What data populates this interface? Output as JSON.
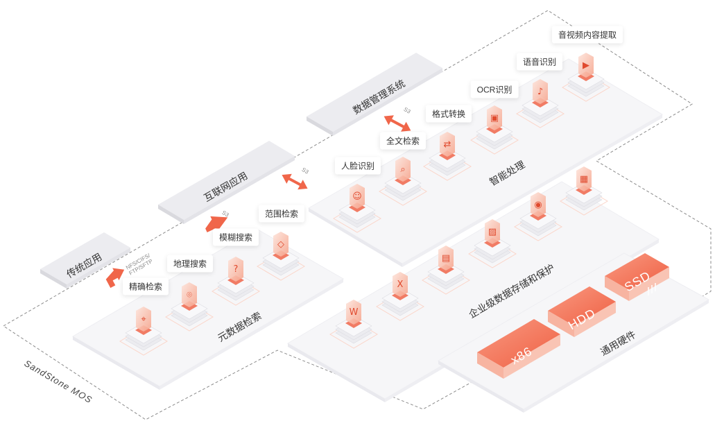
{
  "platform": "SandStone MOS",
  "layers": {
    "traditional": "传统应用",
    "internet": "互联网应用",
    "data_mgmt": "数据管理系统"
  },
  "protocols": {
    "nas": "NFS/CIFS/\nFTP/SFTP",
    "s3_a": "S3",
    "s3_b": "S3",
    "s3_c": "S3"
  },
  "metadata_search": {
    "title": "元数据检索",
    "items": [
      "精确检索",
      "地理搜索",
      "模糊搜索",
      "范围检索"
    ]
  },
  "smart_processing": {
    "title": "智能处理",
    "items": [
      "人脸识别",
      "全文检索",
      "格式转换",
      "OCR识别",
      "语音识别",
      "音视频内容提取"
    ]
  },
  "enterprise_storage": {
    "title": "企业级数据存储和保护"
  },
  "hardware": {
    "title": "通用硬件",
    "items": [
      "x86",
      "HDD",
      "SSD"
    ]
  },
  "colors": {
    "accent": "#f0664a",
    "accent_light": "#f9b6a2",
    "accent_dark": "#e04a2e",
    "platform": "#f6f6f8",
    "dashed": "#888888"
  },
  "icons": {
    "metadata": [
      "crosshair-icon",
      "location-pin-icon",
      "question-bubble-icon",
      "map-icon"
    ],
    "smart": [
      "face-id-icon",
      "doc-search-icon",
      "convert-icon",
      "ocr-icon",
      "microphone-icon",
      "video-file-icon"
    ],
    "storage": [
      "word-file-icon",
      "excel-file-icon",
      "pdf-file-icon",
      "image-file-icon",
      "audio-file-icon",
      "video-clip-icon"
    ]
  }
}
